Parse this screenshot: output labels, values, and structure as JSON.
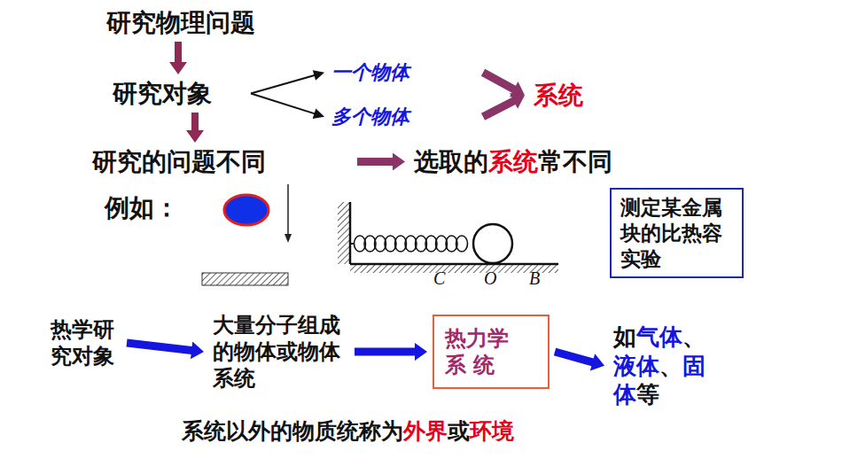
{
  "diagram": {
    "nodes": [
      {
        "text": [
          "研究物理问题"
        ]
      },
      {
        "text": [
          "研究对象"
        ]
      },
      {
        "text": [
          "一个物体"
        ]
      },
      {
        "text": [
          "多个物体"
        ]
      },
      {
        "text": [
          "系统"
        ]
      },
      {
        "text": [
          "研究的问题不同"
        ]
      },
      {
        "text": [
          "选取的",
          "系统",
          "常不同"
        ]
      },
      {
        "text": [
          "测定某金属块的比热容实验"
        ]
      },
      {
        "text": [
          "热学研究对象"
        ]
      },
      {
        "text": [
          "大量分子组成的物体或物体系统"
        ]
      },
      {
        "text": [
          "热力学 系 统"
        ]
      },
      {
        "text": [
          "如",
          "气体",
          "、",
          "液体",
          "、",
          "固体",
          "等"
        ]
      }
    ],
    "edges": [
      {
        "from": 0,
        "to": 1,
        "arrow": "to"
      },
      {
        "from": 1,
        "to": 2,
        "arrow": "to"
      },
      {
        "from": 1,
        "to": 3,
        "arrow": "to"
      },
      {
        "from": 2,
        "to": 4,
        "arrow": "to"
      },
      {
        "from": 3,
        "to": 4,
        "arrow": "to"
      },
      {
        "from": 1,
        "to": 5,
        "arrow": "to"
      },
      {
        "from": 5,
        "to": 6,
        "arrow": "to"
      },
      {
        "from": 8,
        "to": 9,
        "arrow": "to"
      },
      {
        "from": 9,
        "to": 10,
        "arrow": "to"
      },
      {
        "from": 10,
        "to": 11,
        "arrow": "to"
      }
    ],
    "labels": [
      "例如：",
      "C",
      "O",
      "B",
      "系统以外的物质统称为",
      "外界",
      "或",
      "环境"
    ]
  }
}
